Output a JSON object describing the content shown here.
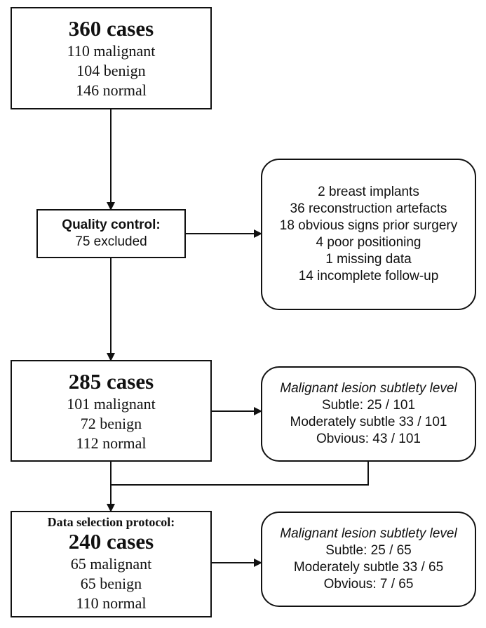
{
  "box1": {
    "title": "360 cases",
    "lines": [
      "110 malignant",
      "104 benign",
      "146 normal"
    ]
  },
  "qc": {
    "title": "Quality control:",
    "subtitle": "75 excluded"
  },
  "excluded": {
    "lines": [
      "2 breast implants",
      "36 reconstruction artefacts",
      "18 obvious signs prior surgery",
      "4 poor positioning",
      "1 missing data",
      "14 incomplete follow-up"
    ]
  },
  "box2": {
    "title": "285 cases",
    "lines": [
      "101 malignant",
      "72 benign",
      "112 normal"
    ]
  },
  "subtlety1": {
    "heading": "Malignant lesion subtlety level",
    "lines": [
      "Subtle: 25 / 101",
      "Moderately subtle 33 / 101",
      "Obvious: 43 / 101"
    ]
  },
  "box3": {
    "header": "Data selection protocol:",
    "title": "240 cases",
    "lines": [
      "65 malignant",
      "65 benign",
      "110 normal"
    ]
  },
  "subtlety2": {
    "heading": "Malignant lesion subtlety level",
    "lines": [
      "Subtle: 25 / 65",
      "Moderately subtle 33 / 65",
      "Obvious: 7 / 65"
    ]
  }
}
